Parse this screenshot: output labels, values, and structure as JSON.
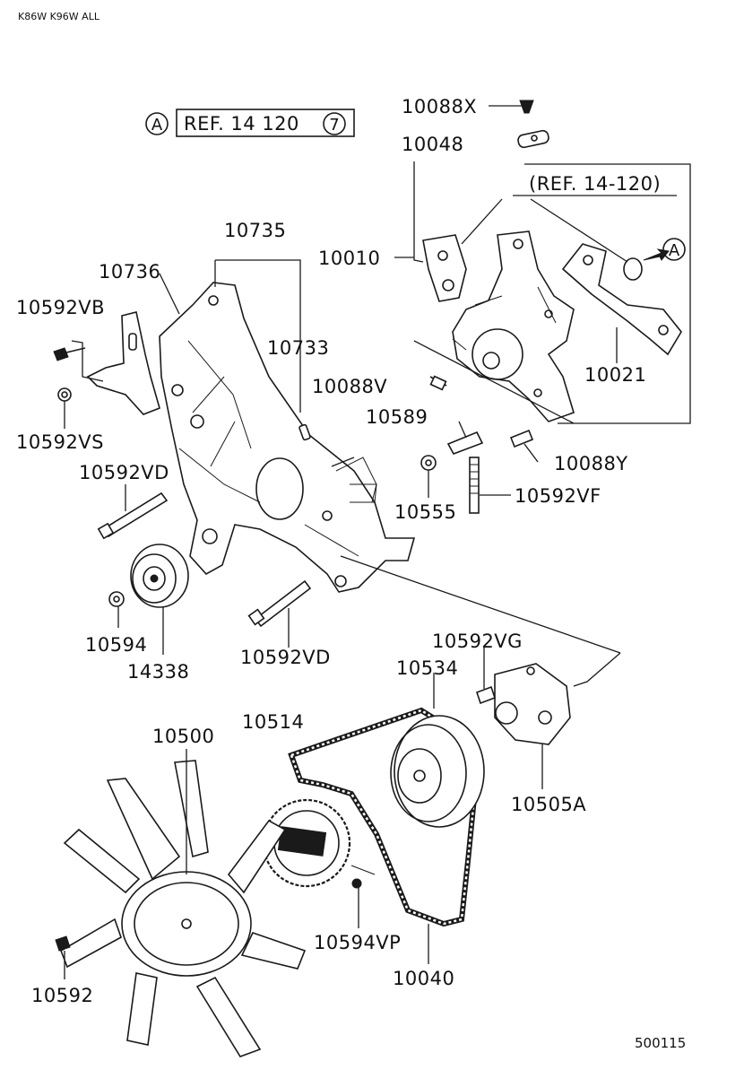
{
  "header": {
    "code": "K86W K96W ALL"
  },
  "footer": {
    "code": "500115"
  },
  "ref_a": {
    "circle": "A",
    "text": "REF. 14 120",
    "num": "7"
  },
  "ref_b": {
    "text": "(REF. 14-120)",
    "circle": "A"
  },
  "labels": {
    "p10088X": "10088X",
    "p10048": "10048",
    "p10735": "10735",
    "p10736": "10736",
    "p10010": "10010",
    "p10592VB": "10592VB",
    "p10733": "10733",
    "p10088V": "10088V",
    "p10021": "10021",
    "p10589": "10589",
    "p10592VS": "10592VS",
    "p10088Y": "10088Y",
    "p10592VD_a": "10592VD",
    "p10592VF": "10592VF",
    "p10555": "10555",
    "p10594": "10594",
    "p14338": "14338",
    "p10592VD_b": "10592VD",
    "p10592VG": "10592VG",
    "p10534": "10534",
    "p10514": "10514",
    "p10500": "10500",
    "p10505A": "10505A",
    "p10594VP": "10594VP",
    "p10592": "10592",
    "p10040": "10040"
  }
}
